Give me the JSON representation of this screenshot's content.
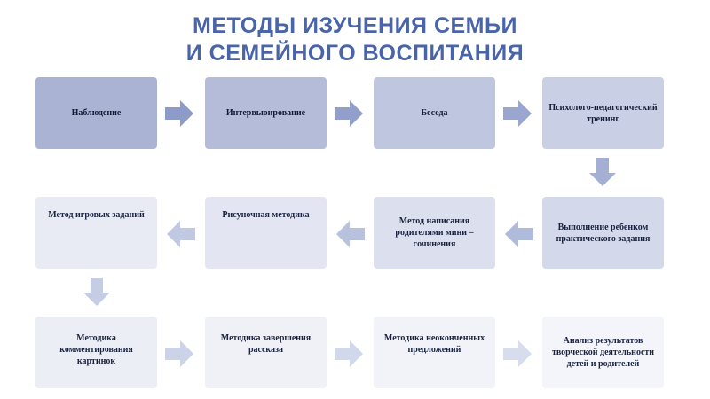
{
  "title": {
    "line1": "МЕТОДЫ ИЗУЧЕНИЯ СЕМЬИ",
    "line2": "И СЕМЕЙНОГО ВОСПИТАНИЯ"
  },
  "boxes": [
    "Наблюдение",
    "Интервьюирование",
    "Беседа",
    "Психолого-педагогический тренинг",
    "Выполнение ребенком практического задания",
    "Метод написания родителями мини – сочинения",
    "Рисуночная методика",
    "Метод игровых заданий",
    "Методика комментирования картинок",
    "Методика завершения рассказа",
    "Методика неоконченных предложений",
    "Анализ результатов творческой деятельности детей и родителей"
  ],
  "colors": {
    "title": "#4a64a8",
    "arrow_dark": "#8c9bc8",
    "arrow_light": "#c5cde5"
  }
}
